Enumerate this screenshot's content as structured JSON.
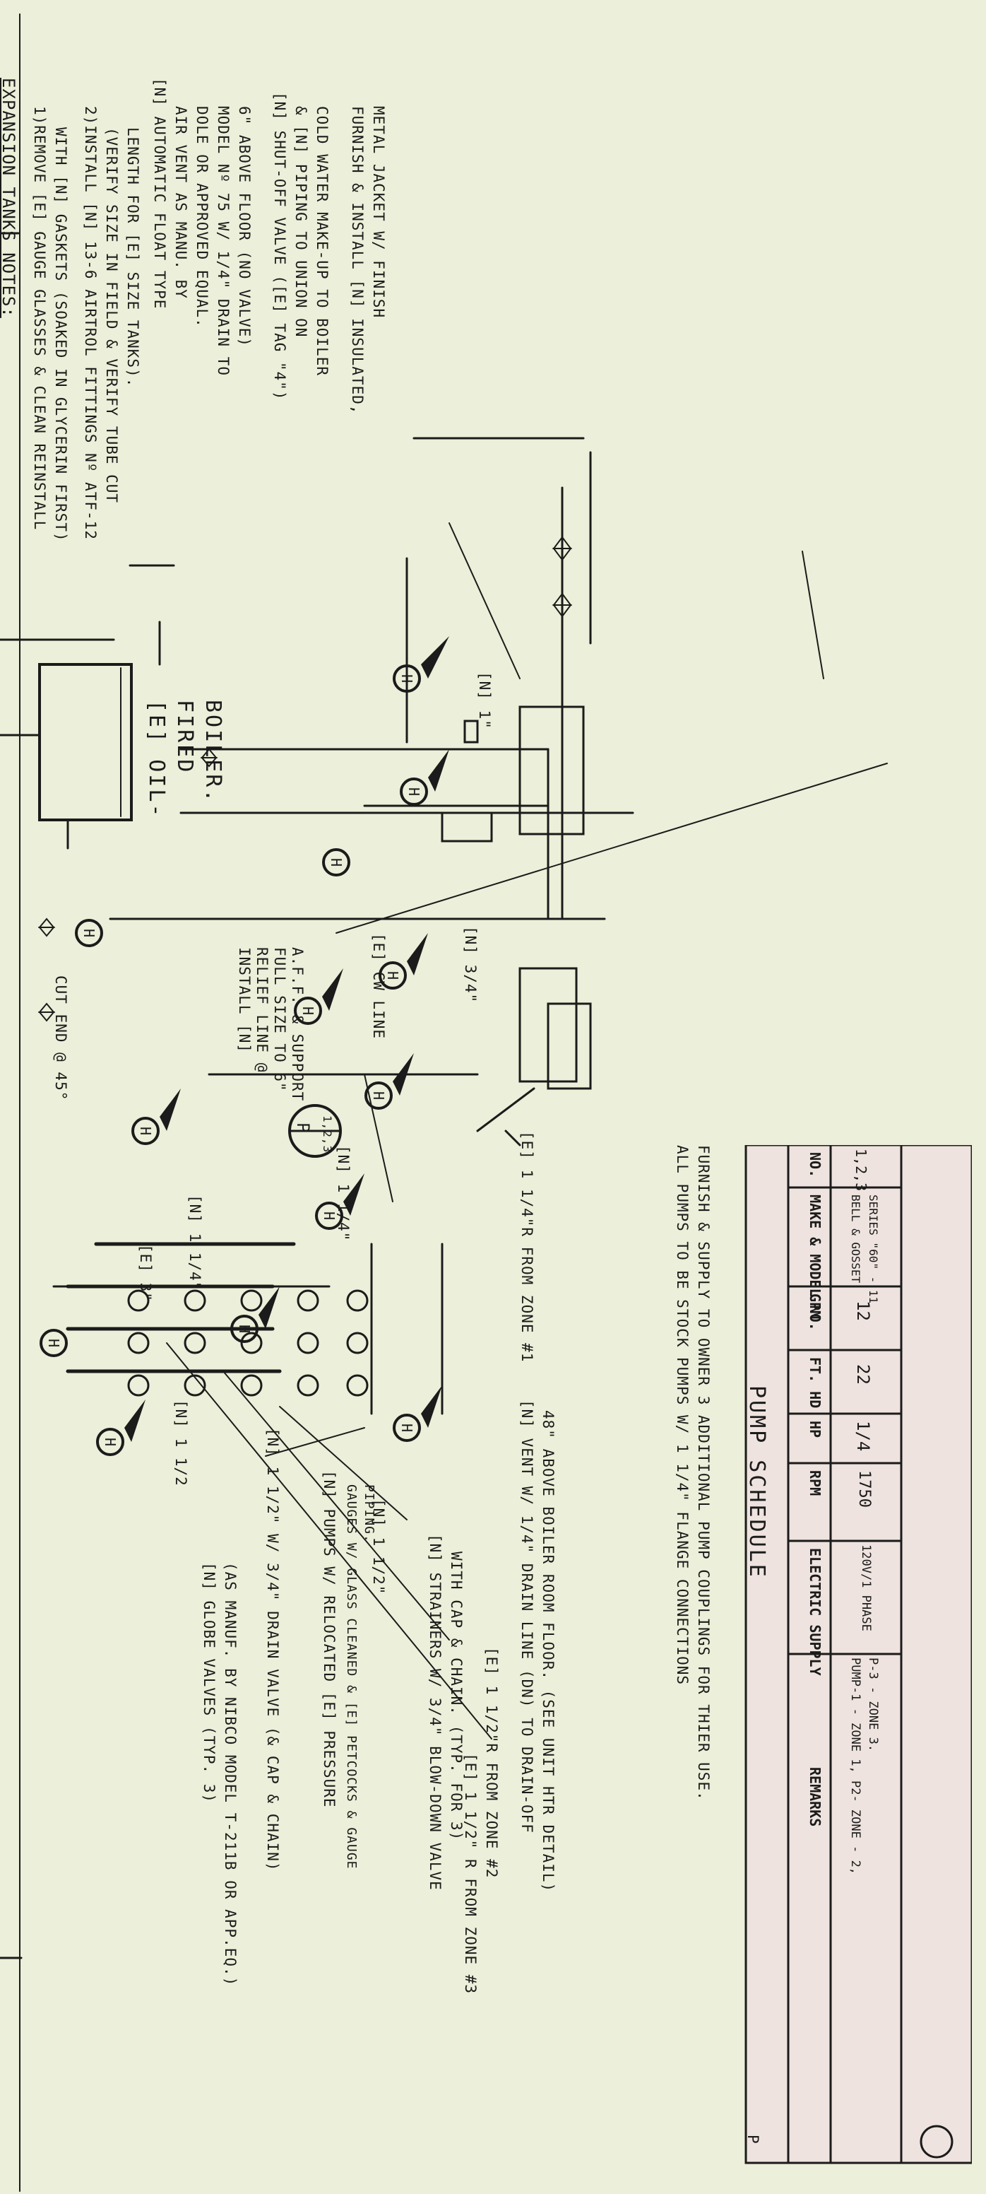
{
  "expansion": {
    "title": "EXPANSION TANKS NOTES:",
    "n1a": "1)REMOVE [E] GAUGE GLASSES & CLEAN REINSTALL",
    "n1b": "WITH [N] GASKETS (SOAKED IN GLYCERIN FIRST)",
    "n2a": "2)INSTALL [N] 13-6 AIRTROL FITTINGS Nº ATF-12",
    "n2b": "(VERIFY SIZE IN FIELD & VERIFY TUBE CUT",
    "n2c": "LENGTH FOR [E] SIZE TANKS)."
  },
  "notes": {
    "vent_a": "[N] AUTOMATIC FLOAT TYPE",
    "vent_b": "AIR VENT AS MANU. BY",
    "vent_c": "DOLE OR APPROVED EQUAL.",
    "vent_d": "MODEL Nº 75 W/ 1/4\" DRAIN TO",
    "vent_e": "6\" ABOVE FLOOR (NO VALVE)",
    "shut_a": "[N] SHUT-OFF VALVE ([E] TAG \"4\")",
    "shut_b": "& [N] PIPING TO UNION ON",
    "shut_c": "COLD WATER MAKE-UP TO BOILER",
    "jacket_a": "FURNISH & INSTALL [N] INSULATED,",
    "jacket_b": "METAL JACKET W/ FINISH",
    "boiler_a": "[E] OIL-",
    "boiler_b": "FIRED",
    "boiler_c": "BOILER.",
    "n1": "[N] 1\"",
    "n34": "[N] 3/4\"",
    "cw": "[E] CW LINE",
    "relief_a": "INSTALL [N]",
    "relief_b": "RELIEF LINE @",
    "relief_c": "FULL SIZE TO 6\"",
    "relief_d": "A.F.F. & SUPPORT",
    "cutend": "CUT END @ 45°",
    "e3": "[E] 3\"",
    "n114a": "[N] 1 1/4\"",
    "n114b": "[N] 1 1/4\"",
    "r114": "[E] 1 1/4\"R FROM ZONE #1",
    "p_tag": "P",
    "p_nums": "1,2,3",
    "vent48a": "[N] VENT W/ 1/4\" DRAIN LINE (DN) TO DRAIN-OFF",
    "vent48b": "48\" ABOVE BOILER ROOM FLOOR. (SEE UNIT HTR DETAIL)",
    "r2": "[E] 1 1/2\"R FROM ZONE #2",
    "r3": "[E] 1 1/2\" R FROM ZONE #3",
    "strain_a": "[N] STRAINERS W/ 3/4\" BLOW-DOWN VALVE",
    "strain_b": "WITH CAP & CHAIN. (TYP. FOR 3)",
    "n112a": "[N] 1 1/2\"",
    "pumps_a": "[N] PUMPS W/ RELOCATED [E] PRESSURE",
    "pumps_b": "GAUGES W/ GLASS CLEANED & [E] PETCOCKS & GAUGE",
    "pumps_c": "PIPING.",
    "drain": "[N] 1 1/2\"  W/ 3/4\" DRAIN VALVE (& CAP & CHAIN)",
    "glove_a": "[N] GLOBE VALVES (TYP. 3)",
    "glove_b": "(AS MANUF. BY NIBCO MODEL T-211B OR APP.EQ.)",
    "n112b": "[N] 1 1/2",
    "h": "H"
  },
  "schedule": {
    "title": "PUMP SCHEDULE",
    "headers": [
      "NO.",
      "MAKE & MODEL NO.",
      "GPM",
      "FT. HD",
      "HP",
      "RPM",
      "ELECTRIC SUPPLY",
      "REMARKS"
    ],
    "row": {
      "no": "1,2,3",
      "make": "BELL & GOSSET",
      "model": "SERIES \"60\" - 11",
      "gpm": "12",
      "fthd": "22",
      "hp": "1/4",
      "rpm": "1750",
      "supply": "120V/1 PHASE",
      "remarks_a": "PUMP-1 - ZONE 1, P2- ZONE - 2,",
      "remarks_b": "P-3 - ZONE 3."
    },
    "note_a": "ALL PUMPS TO BE STOCK PUMPS W/ 1 1/4\" FLANGE CONNECTIONS",
    "note_b": "FURNISH & SUPPLY TO OWNER 3 ADDITIONAL PUMP COUPLINGS FOR THIER USE.",
    "badge": "P"
  }
}
